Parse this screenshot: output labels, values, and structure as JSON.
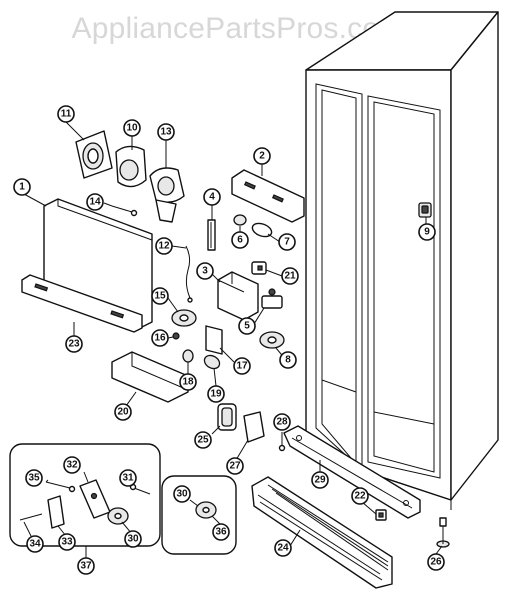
{
  "watermark": "AppliancePartsPros.com",
  "callouts": {
    "c1": "1",
    "c2": "2",
    "c3": "3",
    "c4": "4",
    "c5": "5",
    "c6": "6",
    "c7": "7",
    "c8": "8",
    "c9": "9",
    "c10": "10",
    "c11": "11",
    "c12": "12",
    "c13": "13",
    "c14": "14",
    "c15": "15",
    "c16": "16",
    "c17": "17",
    "c18": "18",
    "c19": "19",
    "c20": "20",
    "c21": "21",
    "c22": "22",
    "c23": "23",
    "c24": "24",
    "c25": "25",
    "c26": "26",
    "c27": "27",
    "c28": "28",
    "c29": "29",
    "c30": "30",
    "c30b": "30",
    "c31": "31",
    "c32": "32",
    "c33": "33",
    "c34": "34",
    "c35": "35",
    "c36": "36",
    "c37": "37"
  }
}
